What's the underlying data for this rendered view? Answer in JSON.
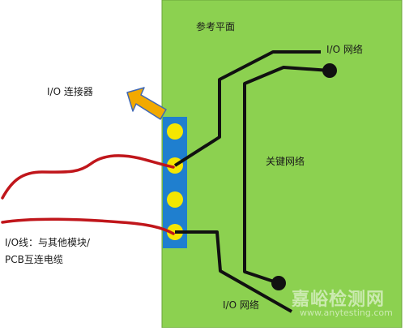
{
  "labels": {
    "reference_plane": "参考平面",
    "io_connector": "I/O 连接器",
    "io_network_top": "I/O 网络",
    "critical_network": "关键网络",
    "io_line_1": "I/O线：与其他模块/",
    "io_line_2": "PCB互连电缆",
    "io_network_bottom": "I/O 网络"
  },
  "watermark": {
    "main": "嘉峪检测网",
    "sub": "www.anytesting.com"
  },
  "colors": {
    "board": "#8cd150",
    "board_border": "#6aa33a",
    "connector": "#1f7fcf",
    "pin": "#f5e600",
    "trace": "#111111",
    "cable": "#c0161b",
    "arrow": "#f2a900",
    "arrow_stroke": "#3f68b6"
  }
}
